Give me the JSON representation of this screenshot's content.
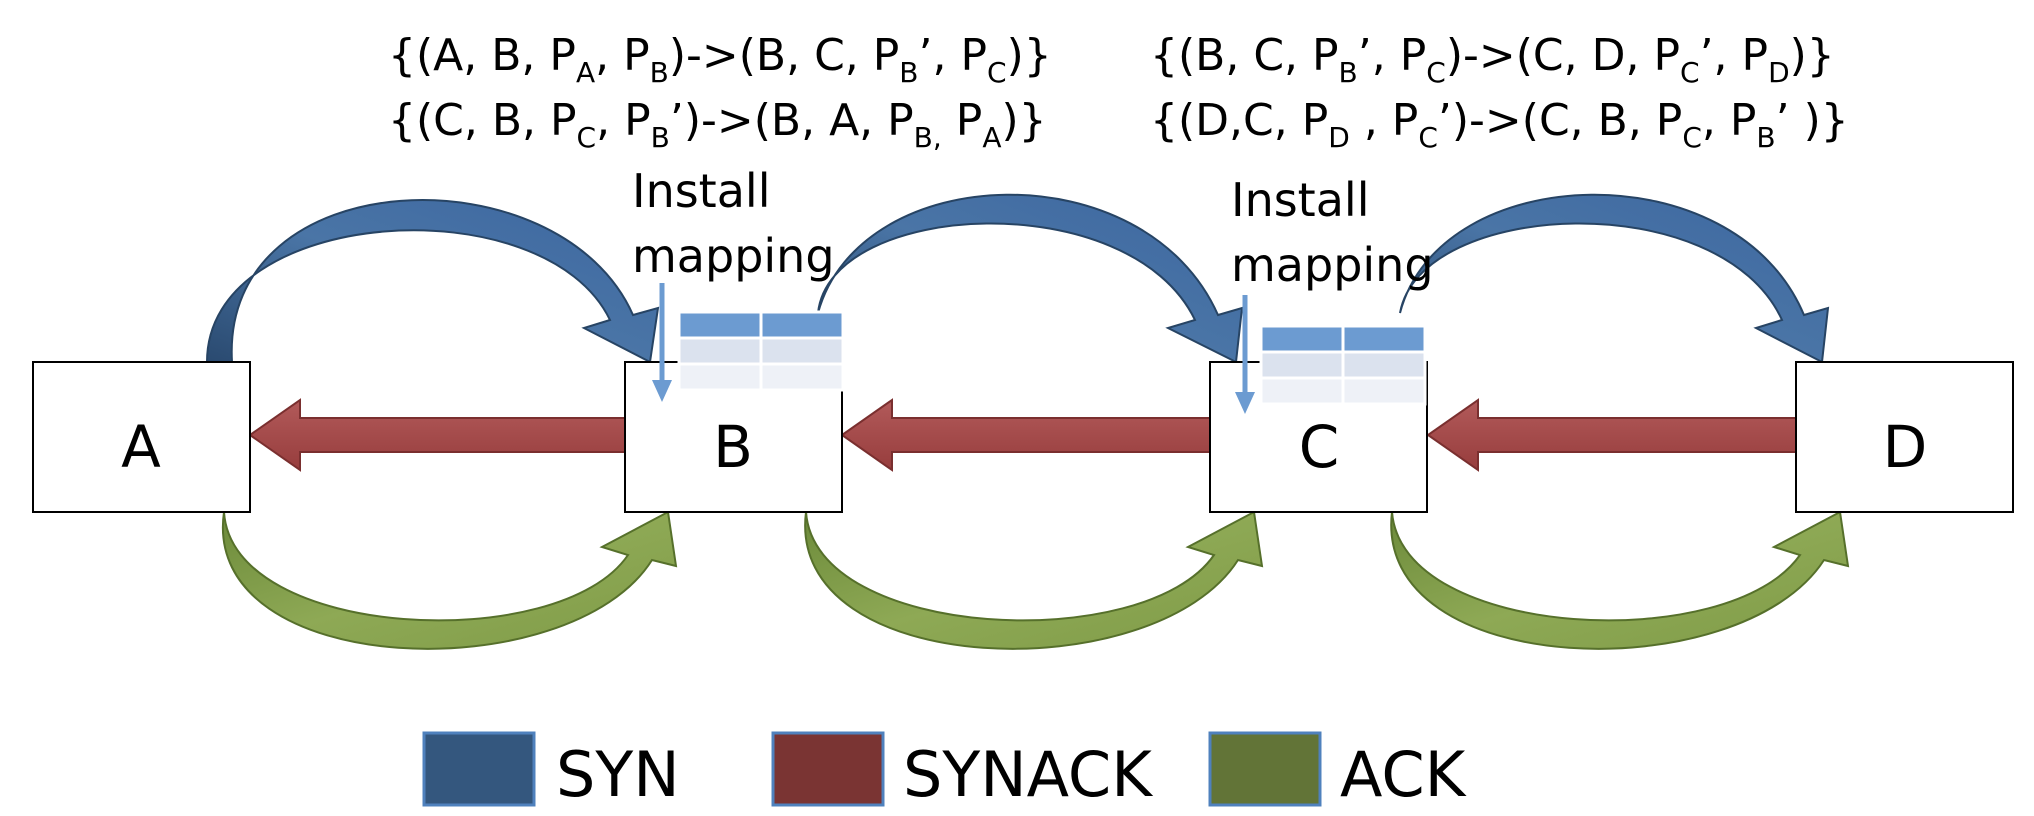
{
  "nodes": {
    "a": "A",
    "b": "B",
    "c": "C",
    "d": "D"
  },
  "mappings": {
    "b": {
      "line1": {
        "t1": "{(A, B, P",
        "s1": "A",
        "t2": ", P",
        "s2": "B",
        "t3": ")->(B, C, P",
        "s3": "B",
        "t4": "’, P",
        "s4": "C",
        "t5": ")}"
      },
      "line2": {
        "t1": "{(C, B, P",
        "s1": "C",
        "t2": ", P",
        "s2": "B",
        "t3": "’)->(B, A, P",
        "s3": "B,",
        "t4": " P",
        "s4": "A",
        "t5": ")}"
      }
    },
    "c": {
      "line1": {
        "t1": "{(B, C, P",
        "s1": "B",
        "t2": "’, P",
        "s2": "C",
        "t3": ")->(C, D, P",
        "s3": "C",
        "t4": "’, P",
        "s4": "D",
        "t5": ")}"
      },
      "line2": {
        "t1": "{(D,C, P",
        "s1": "D",
        "t2": " , P",
        "s2": "C",
        "t3": "’)->(C, B, P",
        "s3": "C",
        "t4": ", P",
        "s4": "B",
        "t5": "’ )}"
      }
    }
  },
  "install": {
    "b": {
      "line1": "Install",
      "line2": "mapping"
    },
    "c": {
      "line1": "Install",
      "line2": "mapping"
    }
  },
  "legend": {
    "syn": "SYN",
    "synack": "SYNACK",
    "ack": "ACK"
  },
  "colors": {
    "syn": "#3a5f87",
    "synack": "#a14848",
    "ack": "#7f9b47",
    "table_header": "#6c9bd1",
    "table_body": "#dbe2ee",
    "install_arrow": "#6c9bd1"
  }
}
